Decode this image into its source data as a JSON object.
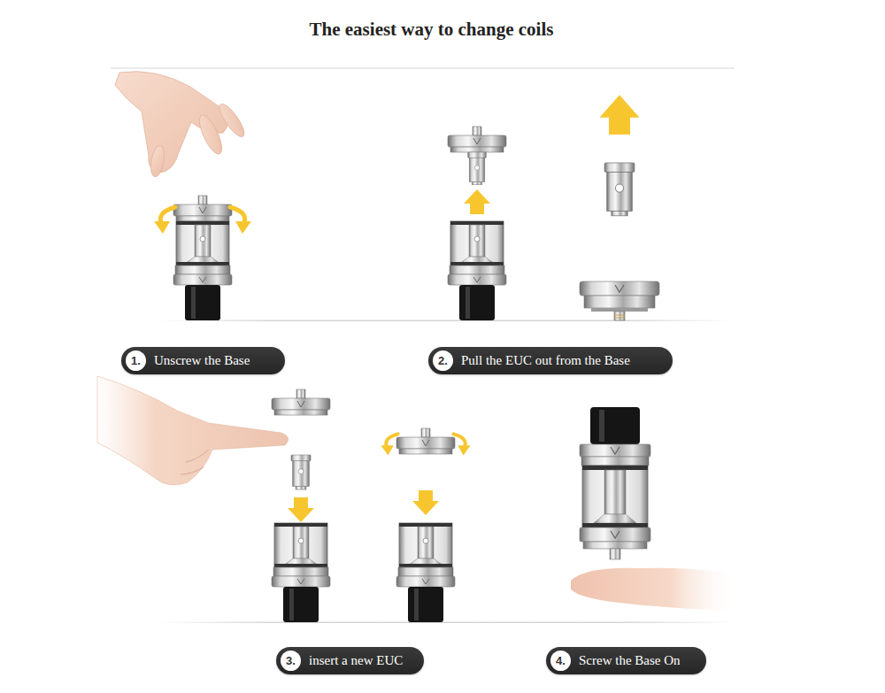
{
  "diagram": {
    "title": "The easiest way to change coils",
    "nodes": [
      {
        "text": [
          "Unscrew the Base"
        ]
      },
      {
        "text": [
          "1."
        ],
        "in": 0
      },
      {
        "text": [
          "Pull the EUC out from the Base"
        ]
      },
      {
        "text": [
          "2."
        ],
        "in": 2
      },
      {
        "text": [
          "insert a new EUC"
        ]
      },
      {
        "text": [
          "3."
        ],
        "in": 4
      },
      {
        "text": [
          "Screw the Base On"
        ]
      },
      {
        "text": [
          "4."
        ],
        "in": 6
      }
    ]
  }
}
